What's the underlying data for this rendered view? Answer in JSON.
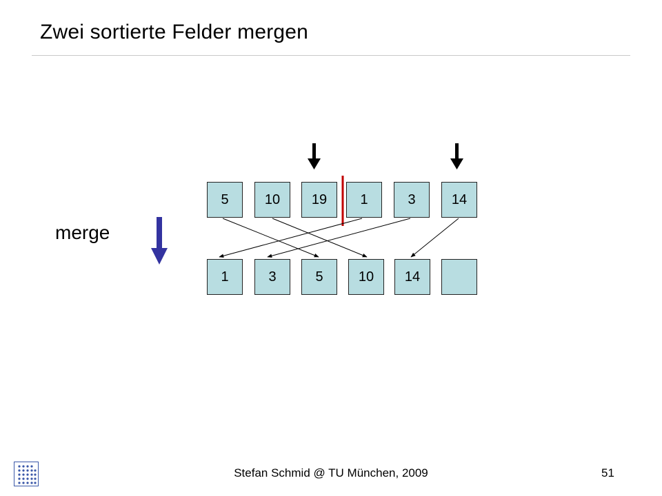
{
  "slide": {
    "title": "Zwei sortierte Felder mergen",
    "side_label": "merge",
    "footer": "Stefan Schmid @ TU München, 2009",
    "page_number": "51"
  },
  "arrays": {
    "input": [
      "5",
      "10",
      "19",
      "1",
      "3",
      "14"
    ],
    "output": [
      "1",
      "3",
      "5",
      "10",
      "14",
      ""
    ]
  },
  "colors": {
    "cell_fill": "#b8dde1",
    "divider": "#c00000",
    "merge_arrow": "#3333a0",
    "pointer_arrow": "#000000"
  }
}
